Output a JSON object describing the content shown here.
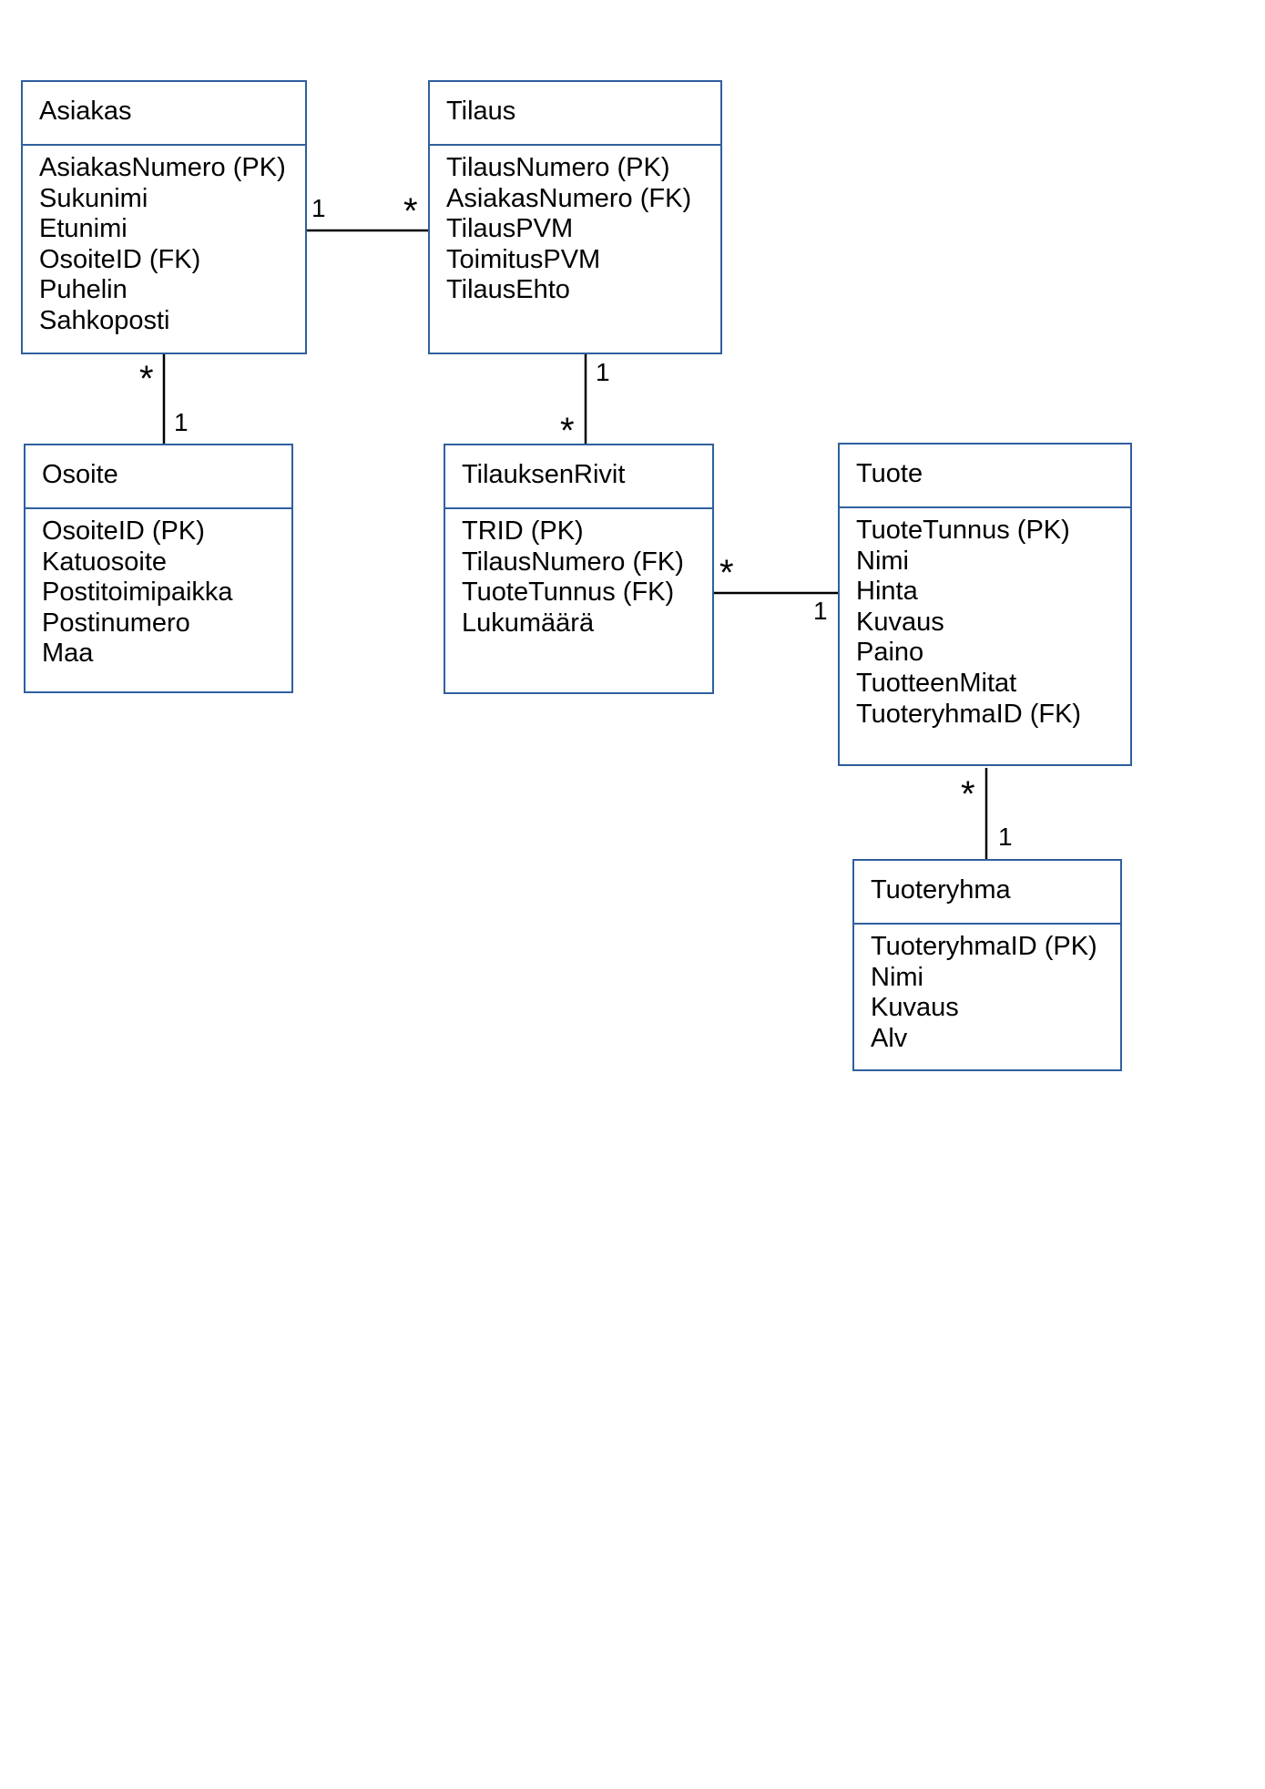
{
  "colors": {
    "entity_border": "#2f5f9e",
    "line": "#000000",
    "text": "#000000",
    "background": "#ffffff"
  },
  "entities": {
    "asiakas": {
      "name": "Asiakas",
      "attributes": [
        "AsiakasNumero (PK)",
        "Sukunimi",
        "Etunimi",
        "OsoiteID (FK)",
        "Puhelin",
        "Sahkoposti"
      ]
    },
    "tilaus": {
      "name": "Tilaus",
      "attributes": [
        "TilausNumero (PK)",
        "AsiakasNumero (FK)",
        "TilausPVM",
        "ToimitusPVM",
        "TilausEhto"
      ]
    },
    "osoite": {
      "name": "Osoite",
      "attributes": [
        "OsoiteID (PK)",
        "Katuosoite",
        "Postitoimipaikka",
        "Postinumero",
        "Maa"
      ]
    },
    "tilauksenrivit": {
      "name": "TilauksenRivit",
      "attributes": [
        "TRID (PK)",
        "TilausNumero (FK)",
        "TuoteTunnus (FK)",
        "Lukumäärä"
      ]
    },
    "tuote": {
      "name": "Tuote",
      "attributes": [
        "TuoteTunnus (PK)",
        "Nimi",
        "Hinta",
        "Kuvaus",
        "Paino",
        "TuotteenMitat",
        "TuoteryhmaID (FK)"
      ]
    },
    "tuoteryhma": {
      "name": "Tuoteryhma",
      "attributes": [
        "TuoteryhmaID (PK)",
        "Nimi",
        "Kuvaus",
        "Alv"
      ]
    }
  },
  "relationships": [
    {
      "from": "Asiakas",
      "to": "Tilaus",
      "from_mult": "1",
      "to_mult": "*"
    },
    {
      "from": "Asiakas",
      "to": "Osoite",
      "from_mult": "*",
      "to_mult": "1"
    },
    {
      "from": "Tilaus",
      "to": "TilauksenRivit",
      "from_mult": "1",
      "to_mult": "*"
    },
    {
      "from": "TilauksenRivit",
      "to": "Tuote",
      "from_mult": "*",
      "to_mult": "1"
    },
    {
      "from": "Tuote",
      "to": "Tuoteryhma",
      "from_mult": "*",
      "to_mult": "1"
    }
  ]
}
